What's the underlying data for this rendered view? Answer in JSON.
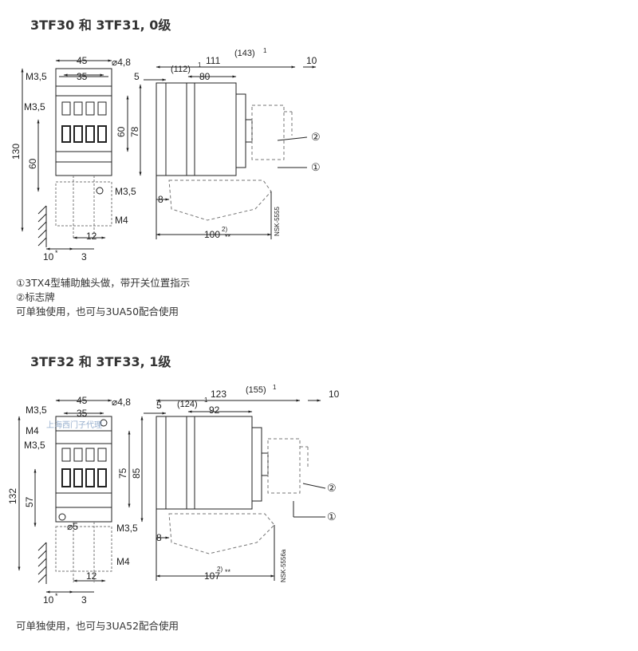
{
  "section1": {
    "title": "3TF30 和 3TF31, 0级",
    "notes": [
      "①3TX4型辅助触头做，带开关位置指示",
      "②标志牌",
      "可单独使用，也可与3UA50配合使用"
    ],
    "front": {
      "d45": "45",
      "d35": "35",
      "d48": "⌀4,8",
      "m35a": "M3,5",
      "m35b": "M3,5",
      "m35c": "M3,5",
      "m4": "M4",
      "d60": "60",
      "d78": "78",
      "d130": "130",
      "d60b": "60",
      "d12": "12",
      "d10": "10",
      "star": "*",
      "d3": "3"
    },
    "side": {
      "d111": "111",
      "d143": "(143)",
      "sup1": "1",
      "d10": "10",
      "d5": "5",
      "d112": "(112)",
      "sup1b": "1",
      "d80": "80",
      "d8": "8",
      "d100": "100",
      "sup2": "2)",
      "stars": "**",
      "c2": "②",
      "c1": "①",
      "ref": "NSK-5555"
    }
  },
  "section2": {
    "title": "3TF32 和 3TF33, 1级",
    "notes": [
      "可单独使用，也可与3UA52配合使用"
    ],
    "front": {
      "d45": "45",
      "d35": "35",
      "d48": "⌀4,8",
      "m35a": "M3,5",
      "m4a": "M4",
      "m35b": "M3,5",
      "m35c": "M3,5",
      "d5": "⌀5",
      "m4": "M4",
      "d75": "75",
      "d85": "85",
      "d132": "132",
      "d57": "57",
      "d12": "12",
      "d10": "10",
      "star": "*",
      "d3": "3"
    },
    "side": {
      "d123": "123",
      "d155": "(155)",
      "sup1": "1",
      "d10": "10",
      "d5": "5",
      "d124": "(124)",
      "sup1b": "1",
      "d92": "92",
      "d8": "8",
      "d107": "107",
      "sup2": "2)",
      "stars": "**",
      "c2": "②",
      "c1": "①",
      "ref": "NSK-5556a"
    }
  },
  "watermark": {
    "text": "上海西门子代理"
  }
}
